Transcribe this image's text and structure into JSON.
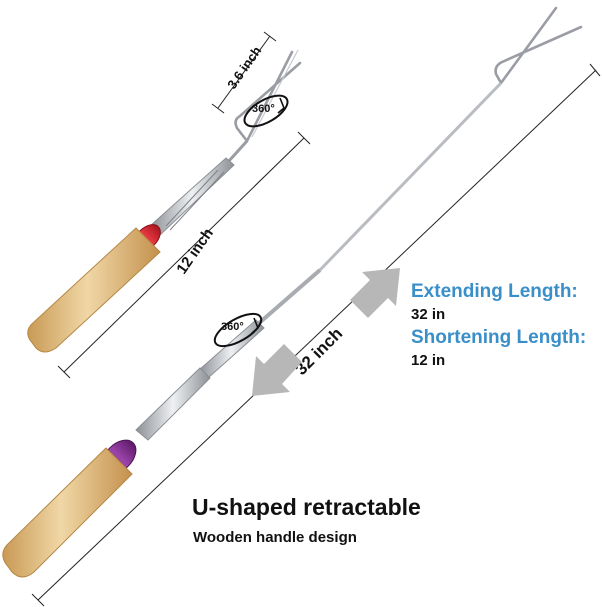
{
  "diagram": {
    "short_fork": {
      "tine_length_label": "3.6 inch",
      "rotation_label": "360°",
      "total_length_label": "12 inch"
    },
    "long_fork": {
      "rotation_label": "360°",
      "total_length_label": "32 inch"
    }
  },
  "info": {
    "extending_title": "Extending Length:",
    "extending_value": "32 in",
    "shortening_title": "Shortening Length:",
    "shortening_value": "12 in"
  },
  "caption": {
    "title": "U-shaped retractable",
    "subtitle": "Wooden handle design"
  },
  "colors": {
    "accent_blue": "#3a8fc9",
    "short_collar": "#d11f2a",
    "long_collar": "#7e2a8c",
    "wood": "#e3c38a",
    "steel": "#b9bcc1",
    "arrow_gray": "#b7b7b7"
  }
}
